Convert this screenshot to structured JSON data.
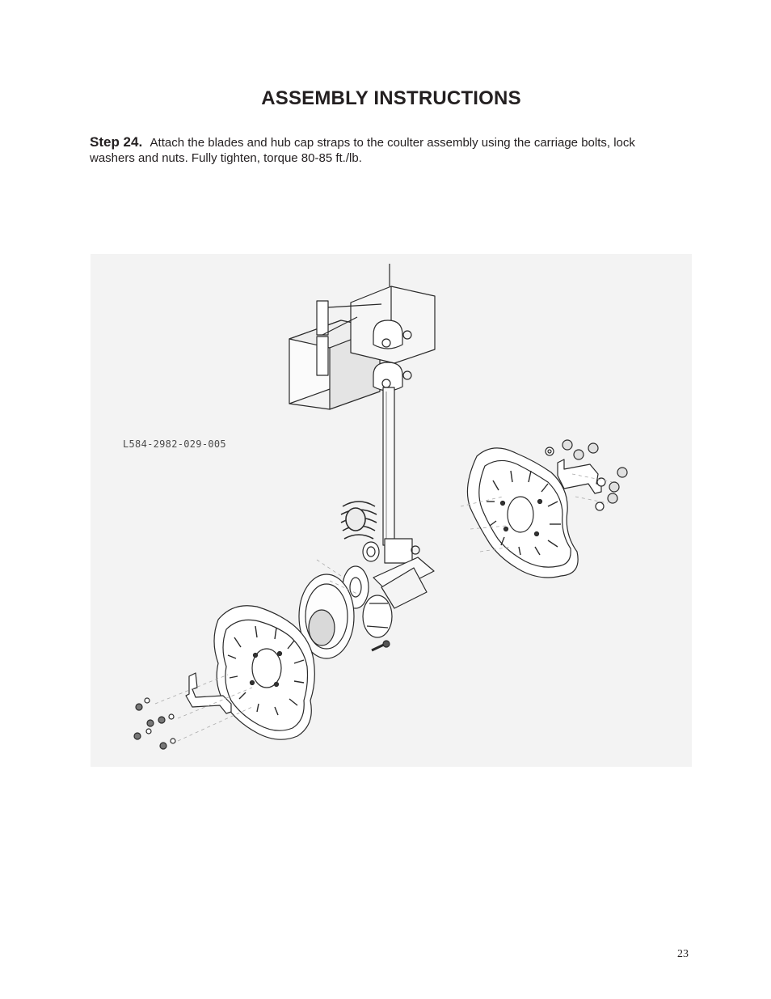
{
  "page": {
    "title": "ASSEMBLY INSTRUCTIONS",
    "step_label": "Step 24.",
    "step_text": "Attach the blades and hub cap straps to the coulter assembly using the carriage bolts, lock washers and nuts.  Fully tighten, torque 80-85 ft./lb.",
    "page_number": "23"
  },
  "figure": {
    "part_number_label": "L584-2982-029-005"
  }
}
